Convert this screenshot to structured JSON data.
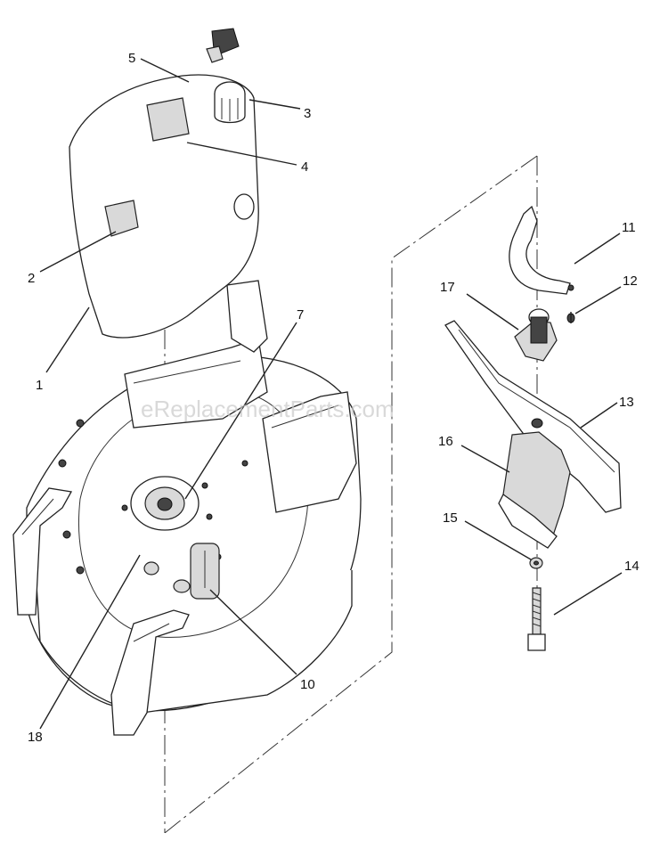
{
  "watermark": "eReplacementParts.com",
  "labels": {
    "p1": "1",
    "p2": "2",
    "p3": "3",
    "p4": "4",
    "p5": "5",
    "p7": "7",
    "p10": "10",
    "p11": "11",
    "p12": "12",
    "p13": "13",
    "p14": "14",
    "p15": "15",
    "p16": "16",
    "p17": "17",
    "p18": "18"
  }
}
